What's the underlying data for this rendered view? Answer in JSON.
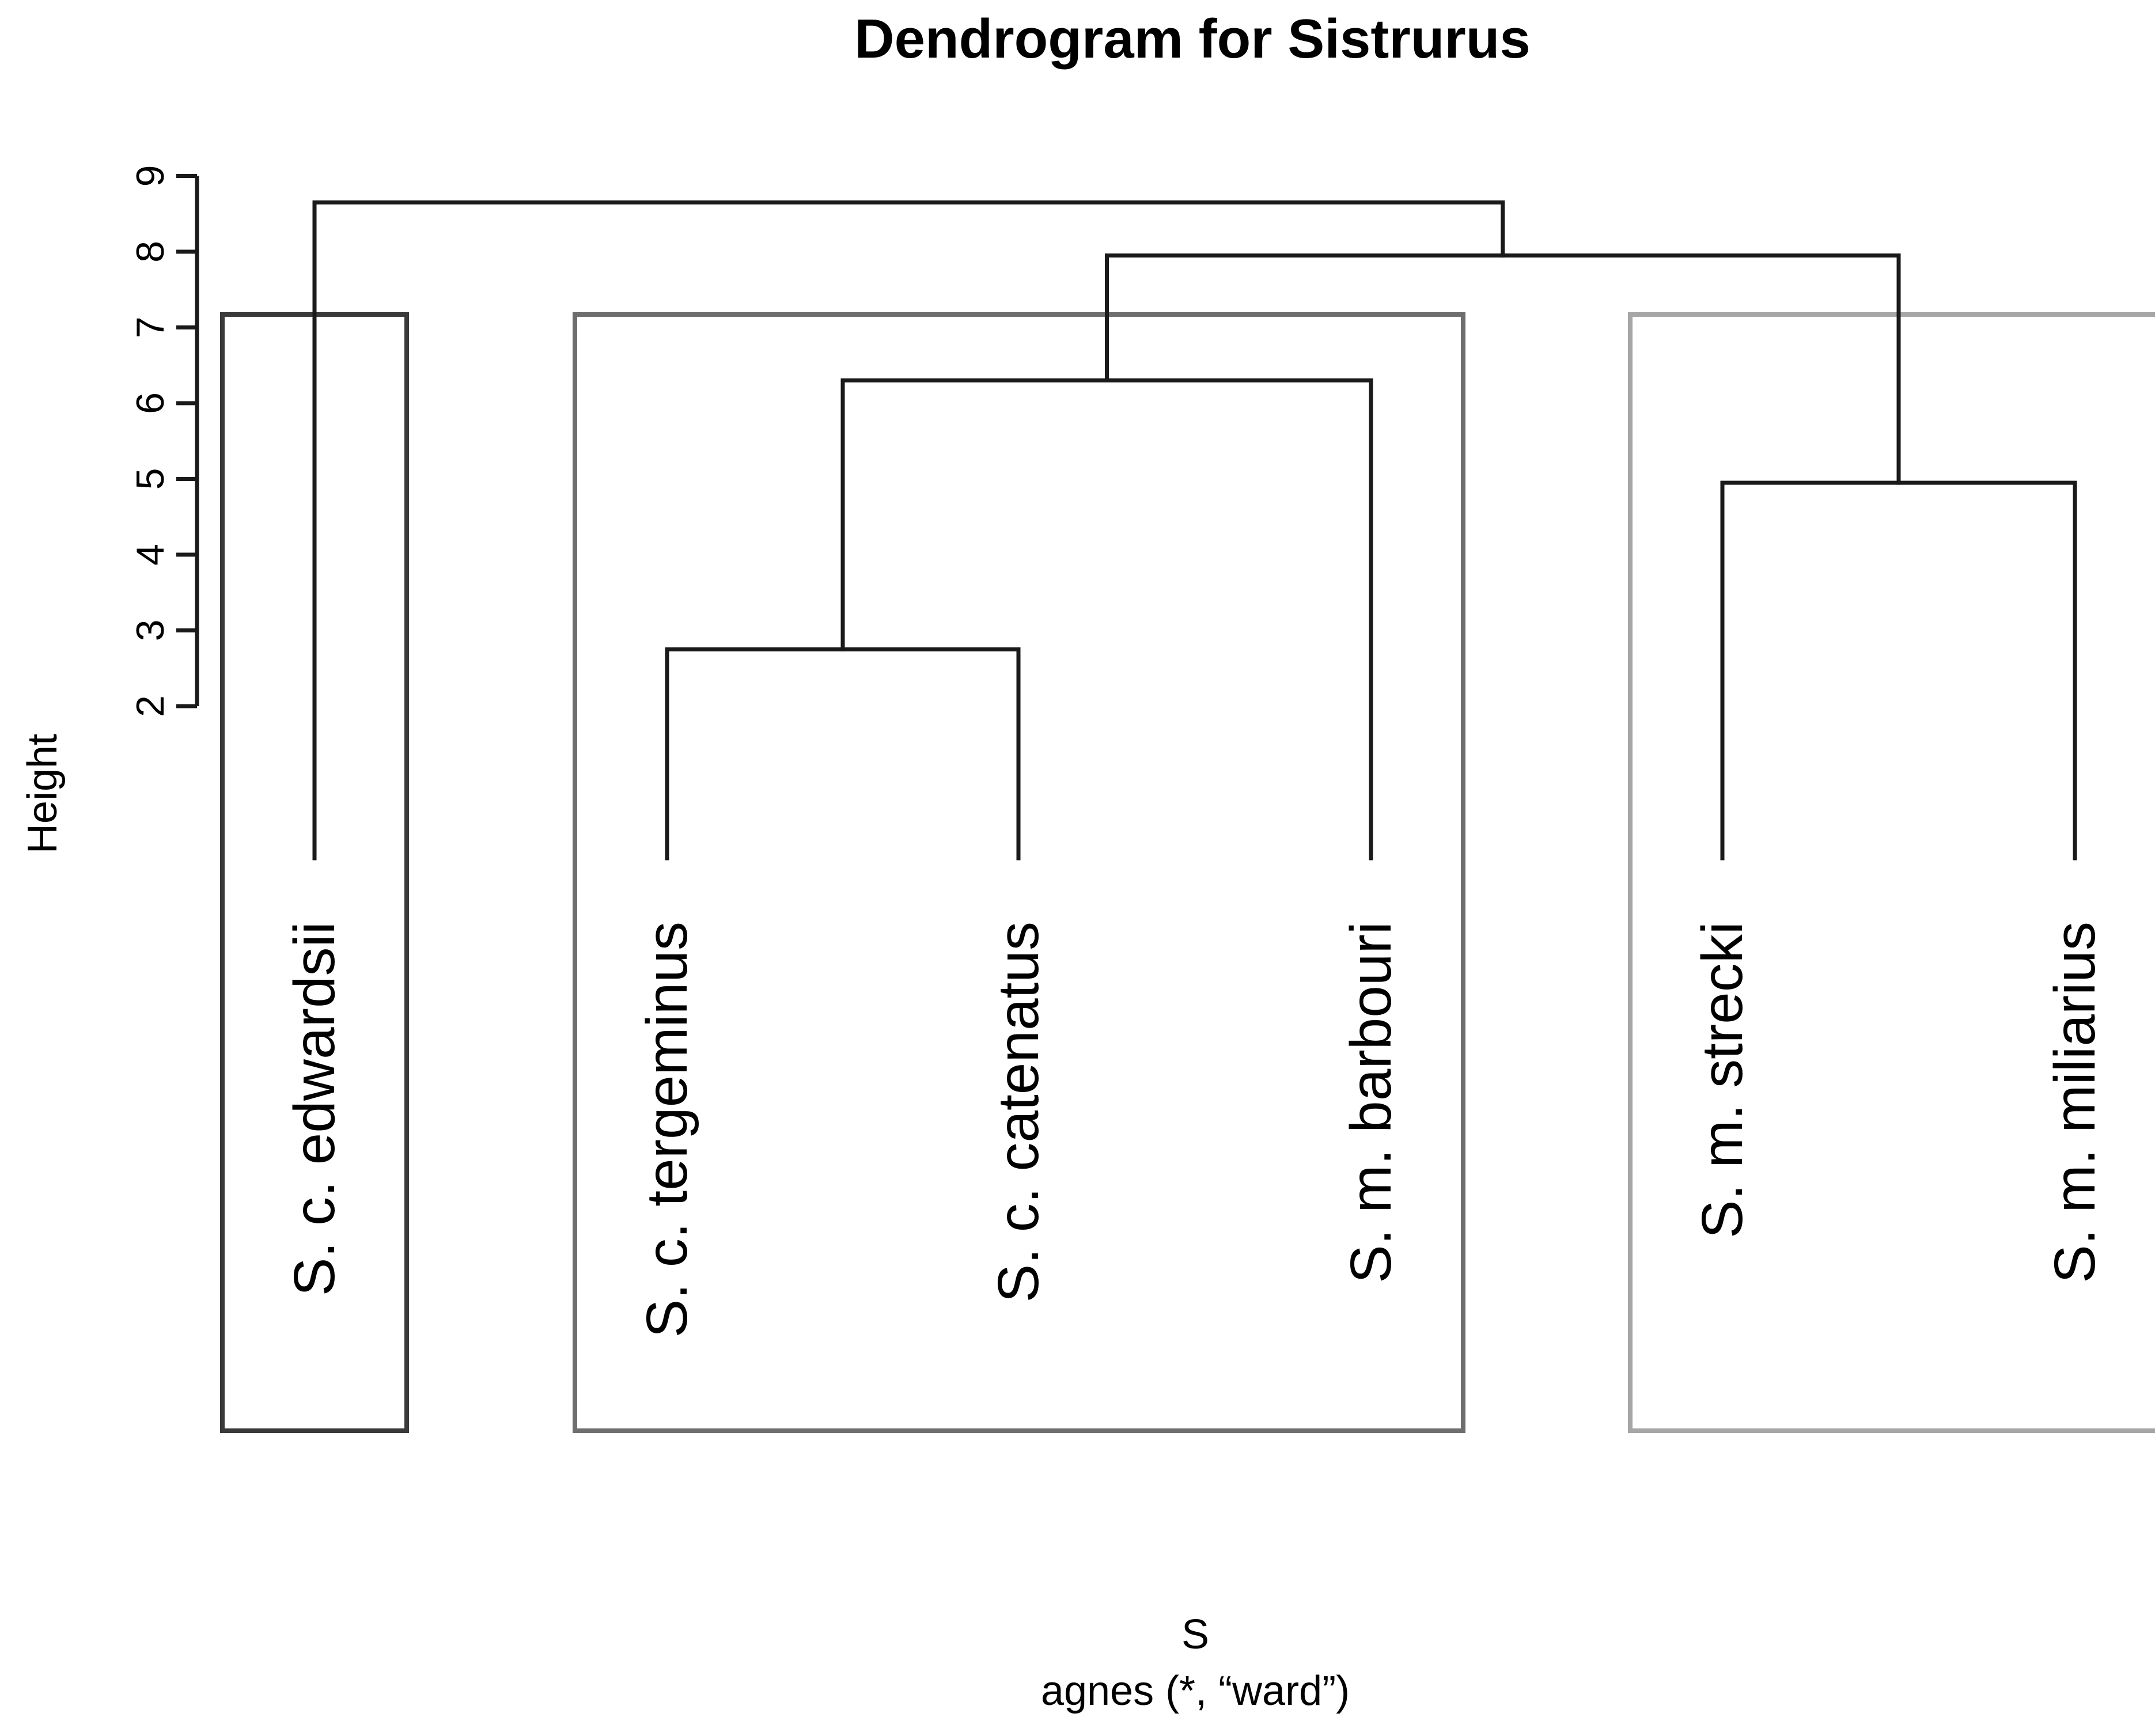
{
  "chart_data": {
    "type": "dendrogram",
    "title": "Dendrogram for Sistrurus",
    "ylabel": "Height",
    "xlabel": "S",
    "sublabel": "agnes (*, “ward”)",
    "y_ticks": [
      "2",
      "3",
      "4",
      "5",
      "6",
      "7",
      "8",
      "9"
    ],
    "ylim": [
      2,
      9
    ],
    "leaves": [
      "S. c. edwardsii",
      "S. c. tergeminus",
      "S. c. catenatus",
      "S. m. barbouri",
      "S. m. strecki",
      "S. m. miliarius"
    ],
    "merges": [
      {
        "left": "S. c. tergeminus",
        "right": "S. c. catenatus",
        "height": 2.75
      },
      {
        "left": "S. c. tergeminus + S. c. catenatus",
        "right": "S. m. barbouri",
        "height": 6.3
      },
      {
        "left": "S. m. strecki",
        "right": "S. m. miliarius",
        "height": 4.95
      },
      {
        "left": "S. c. tergeminus + S. c. catenatus + S. m. barbouri",
        "right": "S. m. strecki + S. m. miliarius",
        "height": 7.95
      },
      {
        "left": "S. c. edwardsii",
        "right": "all others",
        "height": 8.65
      }
    ],
    "cluster_boxes": [
      {
        "members": [
          "S. c. edwardsii"
        ],
        "color": "#3a3a3a"
      },
      {
        "members": [
          "S. c. tergeminus",
          "S. c. catenatus",
          "S. m. barbouri"
        ],
        "color": "#6e6e6e"
      },
      {
        "members": [
          "S. m. strecki",
          "S. m. miliarius"
        ],
        "color": "#a6a6a6"
      }
    ]
  }
}
